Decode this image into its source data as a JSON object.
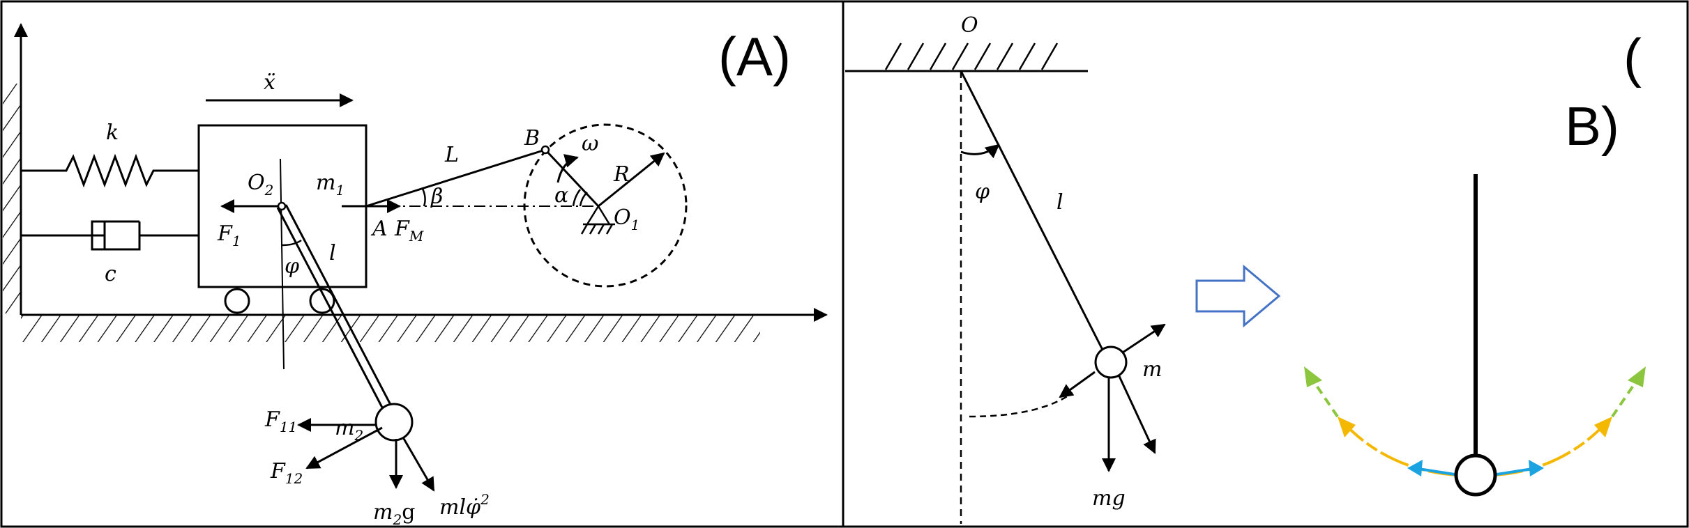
{
  "panel_a": {
    "tag": "(A)",
    "accel": "ẍ",
    "spring": "k",
    "damper": "c",
    "pivot_o2": "O",
    "pivot_o2_sub": "2",
    "mass1": "m",
    "mass1_sub": "1",
    "force1": "F",
    "force1_sub": "1",
    "rod_length": "l",
    "angle_phi": "φ",
    "link_length": "L",
    "point_b": "B",
    "point_a": "A",
    "force_m": "F",
    "force_m_sub": "M",
    "angle_beta": "β",
    "angular_vel": "ω",
    "angle_alpha": "α",
    "radius": "R",
    "center_o1": "O",
    "center_o1_sub": "1",
    "force11": "F",
    "force11_sub": "11",
    "force12": "F",
    "force12_sub": "12",
    "mass2": "m",
    "mass2_sub": "2",
    "weight": "m",
    "weight_sub": "2",
    "weight_g": "g",
    "centrifugal": "mlφ̇",
    "centrifugal_sup": "2"
  },
  "panel_b": {
    "tag_open": "(",
    "tag_rest": "B)",
    "origin": "O",
    "angle_phi": "φ",
    "length": "l",
    "mass": "m",
    "gravity": "mg"
  },
  "colors": {
    "ink": "#000000",
    "arrow_outline": "#4472C4",
    "swing_orange": "#F5B800",
    "swing_blue": "#1AA3E0",
    "swing_green": "#8CC63F"
  }
}
